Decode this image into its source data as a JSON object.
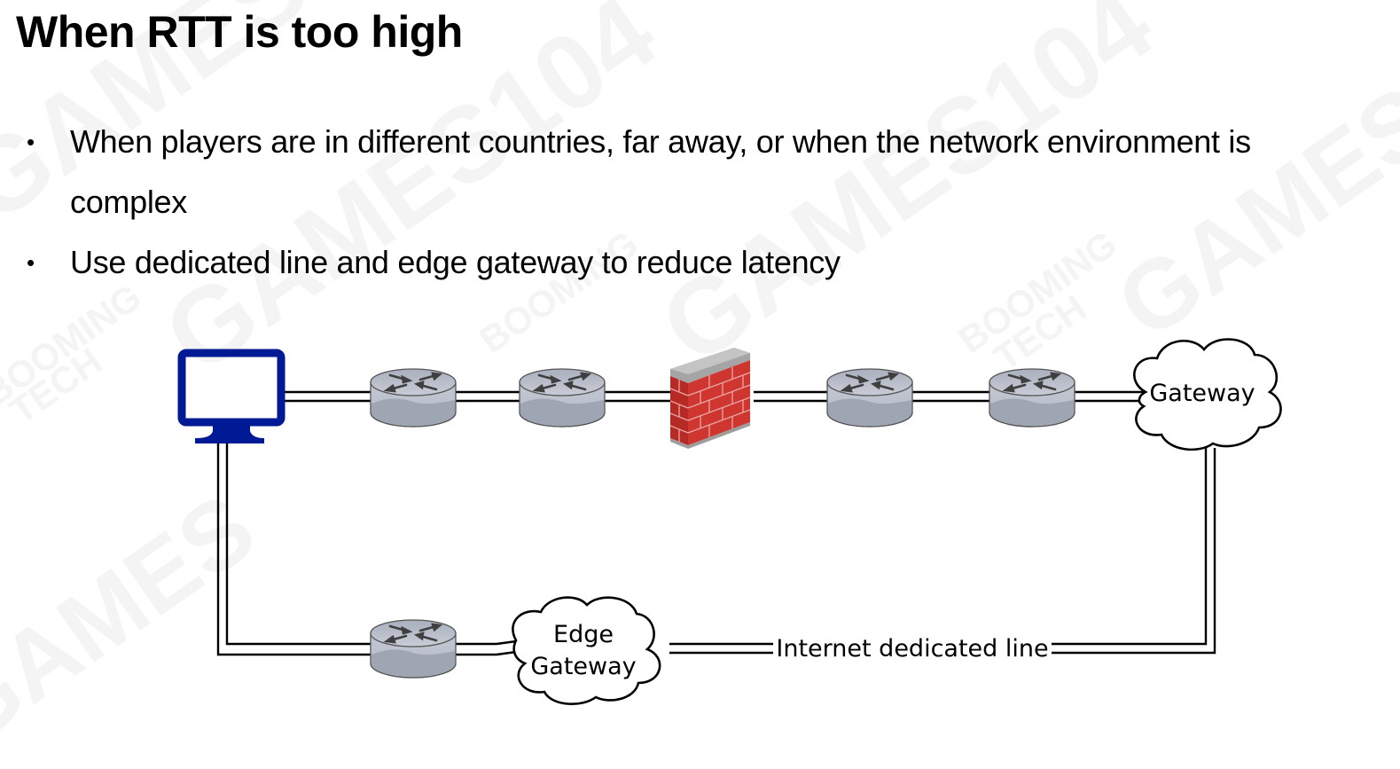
{
  "slide": {
    "title": "When RTT is too high",
    "bullets": [
      {
        "text": "When players are in different countries, far away, or when the network environment is complex"
      },
      {
        "text": "Use dedicated line and edge gateway to reduce latency"
      }
    ],
    "bullet_glyph": "•"
  },
  "diagram": {
    "nodes": [
      {
        "id": "client-computer",
        "type": "monitor-icon",
        "label": ""
      },
      {
        "id": "router-1",
        "type": "router-icon",
        "label": ""
      },
      {
        "id": "router-2",
        "type": "router-icon",
        "label": ""
      },
      {
        "id": "firewall",
        "type": "firewall-icon",
        "label": ""
      },
      {
        "id": "router-3",
        "type": "router-icon",
        "label": ""
      },
      {
        "id": "router-4",
        "type": "router-icon",
        "label": ""
      },
      {
        "id": "gateway",
        "type": "cloud-icon",
        "label": "Gateway"
      },
      {
        "id": "router-5",
        "type": "router-icon",
        "label": ""
      },
      {
        "id": "edge-gateway",
        "type": "cloud-icon",
        "label_lines": [
          "Edge",
          "Gateway"
        ]
      }
    ],
    "links": {
      "dedicated_line_label": "Internet dedicated line"
    },
    "colors": {
      "monitor": "#001a96",
      "router_body": "#bcc2cf",
      "router_bottom": "#9fa6b5",
      "brick": "#c8312b",
      "wall_cap": "#9a9a9a",
      "line": "#000000"
    }
  },
  "watermarks": {
    "games": "GAMES104",
    "games_short": "GAMES",
    "booming": "BOOMING",
    "tech": "TECH"
  }
}
